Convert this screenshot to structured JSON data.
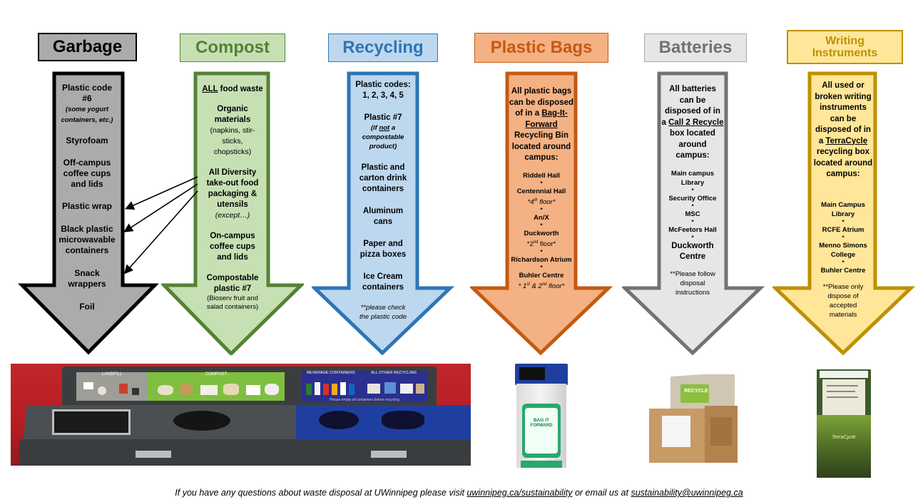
{
  "headers": {
    "garbage": "Garbage",
    "compost": "Compost",
    "recycling": "Recycling",
    "plastic_bags": "Plastic Bags",
    "batteries": "Batteries",
    "writing_line1": "Writing",
    "writing_line2": "Instruments"
  },
  "colors": {
    "garbage_fill": "#ababab",
    "garbage_border": "#000000",
    "compost_fill": "#c6e0b4",
    "compost_border": "#548235",
    "recycling_fill": "#bdd7ee",
    "recycling_border": "#2e75b6",
    "bags_fill": "#f4b183",
    "bags_border": "#c55a11",
    "batteries_fill": "#e7e6e6",
    "batteries_border": "#767171",
    "writing_fill": "#ffe699",
    "writing_border": "#bf9000"
  },
  "garbage": {
    "plastic6_a": "Plastic code",
    "plastic6_b": "#6",
    "plastic6_note_a": "(some yogurt",
    "plastic6_note_b": "containers, etc.)",
    "styrofoam": "Styrofoam",
    "offcampus_a": "Off-campus",
    "offcampus_b": "coffee cups",
    "offcampus_c": "and lids",
    "plastic_wrap": "Plastic wrap",
    "black_a": "Black plastic",
    "black_b": "microwavable",
    "black_c": "containers",
    "snack_a": "Snack",
    "snack_b": "wrappers",
    "foil": "Foil"
  },
  "compost": {
    "all_food_a": "ALL",
    "all_food_b": " food waste",
    "organic_a": "Organic",
    "organic_b": "materials",
    "organic_c": "(napkins, stir-",
    "organic_d": "sticks,",
    "organic_e": "chopsticks)",
    "diversity_a": "All Diversity",
    "diversity_b": "take-out food",
    "diversity_c": "packaging &",
    "diversity_d": "utensils",
    "diversity_e": "(except…)",
    "oncampus_a": "On-campus",
    "oncampus_b": "coffee cups",
    "oncampus_c": "and lids",
    "comp7_a": "Compostable",
    "comp7_b": "plastic #7",
    "comp7_c": "(Bioserv fruit and",
    "comp7_d": "salad containers)"
  },
  "recycling": {
    "codes_a": "Plastic codes:",
    "codes_b": "1, 2, 3, 4, 5",
    "p7_a": "Plastic #7",
    "p7_b1": "(if ",
    "p7_b2": "not",
    "p7_b3": " a",
    "p7_c": "compostable",
    "p7_d": "product)",
    "carton_a": "Plastic and",
    "carton_b": "carton drink",
    "carton_c": "containers",
    "alu_a": "Aluminum",
    "alu_b": "cans",
    "paper_a": "Paper and",
    "paper_b": "pizza boxes",
    "ice_a": "Ice Cream",
    "ice_b": "containers",
    "check_a": "**please check",
    "check_b": "the plastic code"
  },
  "bags": {
    "l1": "All plastic bags",
    "l2": "can be disposed",
    "l3a": "of in a ",
    "l3b": "Bag-It-",
    "l4": "Forward",
    "l5": "Recycling Bin",
    "l6": "located around",
    "l7": "campus:",
    "loc1": "Riddell Hall",
    "loc2": "Centennial Hall",
    "loc2n": "*4th floor*",
    "loc3": "An/X",
    "loc4": "Duckworth",
    "loc4n": "*2nd floor*",
    "loc5": "Richardson Atrium",
    "loc6": "Buhler Centre",
    "loc6n": "* 1st & 2nd floor*",
    "sep": "*"
  },
  "batteries": {
    "l1": "All batteries",
    "l2": "can be",
    "l3": "disposed of in",
    "l4a": "a ",
    "l4b": "Call 2 Recycle",
    "l5": "box located",
    "l6": "around",
    "l7": "campus:",
    "loc1a": "Main campus",
    "loc1b": "Library",
    "loc2": "Security Office",
    "loc3": "MSC",
    "loc4": "McFeetors Hall",
    "loc5a": "Duckworth",
    "loc5b": "Centre",
    "note_a": "**Please follow",
    "note_b": "disposal",
    "note_c": "instructions",
    "sep": "*"
  },
  "writing": {
    "l1": "All used or",
    "l2": "broken writing",
    "l3": "instruments",
    "l4": "can be",
    "l5": "disposed of in",
    "l6a": "a ",
    "l6b": "TerraCycle",
    "l7": "recycling box",
    "l8": "located around",
    "l9": "campus:",
    "loc1a": "Main Campus",
    "loc1b": "Library",
    "loc2": "RCFE Atrium",
    "loc3a": "Menno Simons",
    "loc3b": "College",
    "loc4": "Buhler Centre",
    "note_a": "**Please only",
    "note_b": "dispose of",
    "note_c": "accepted",
    "note_d": "materials",
    "sep": "*"
  },
  "photo": {
    "landfill": "LANDFILL",
    "compost": "COMPOST",
    "beverage": "BEVERAGE CONTAINERS",
    "other": "ALL OTHER RECYCLING",
    "empty_note": "Please empty all containers before recycling",
    "bag_text_a": "BAG IT",
    "bag_text_b": "FORWARD",
    "recycle_box": "RECYCLE",
    "terra_text": "TerraCycle"
  },
  "footer": {
    "text1": "If you have any questions about waste disposal at UWinnipeg please visit ",
    "link1": "uwinnipeg.ca/sustainability",
    "text2": " or email us at ",
    "link2": "sustainability@uwinnipeg.ca"
  }
}
